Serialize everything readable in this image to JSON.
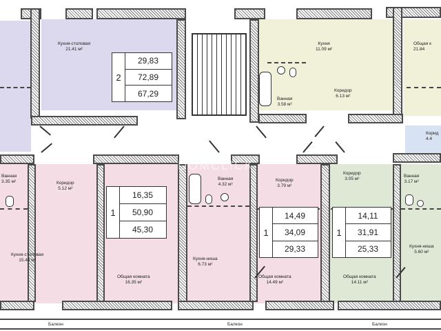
{
  "colors": {
    "lavender": "#dcd8ee",
    "yellow": "#f1f0d8",
    "pink": "#f4dde4",
    "green": "#dfe8d5",
    "blue": "#d7e2f2",
    "corridor": "#ffffff",
    "wall": "#4a4a4a"
  },
  "rooms": {
    "kitchen_dining_top": {
      "name": "Кухня-столовая",
      "area": "21.41 м²"
    },
    "kitchen_top_right": {
      "name": "Кухня",
      "area": "11.09 м²"
    },
    "bath_top_right": {
      "name": "Ванная",
      "area": "3.58 м²"
    },
    "corridor_top_right": {
      "name": "Коридор",
      "area": "6.13 м²"
    },
    "common_room_top_far_right": {
      "name": "Общая к",
      "area": "21.84"
    },
    "corridor_right_edge": {
      "name": "Корид",
      "area": "4.4"
    },
    "bath_left": {
      "name": "Ванная",
      "area": "3.35 м²"
    },
    "corridor_left": {
      "name": "Коридор",
      "area": "5.12 м²"
    },
    "kitchen_dining_left": {
      "name": "Кухня-столовая",
      "area": "15.48 м²"
    },
    "common_room_left": {
      "name": "Общая комната",
      "area": "16.35 м²"
    },
    "bath_mid": {
      "name": "Ванная",
      "area": "4.32 м²"
    },
    "corridor_mid": {
      "name": "Коридор",
      "area": "3.79 м²"
    },
    "kitchen_niche_mid": {
      "name": "Кухня-ниша",
      "area": "6.73 м²"
    },
    "common_room_mid": {
      "name": "Общая комната",
      "area": "14.49 м²"
    },
    "corridor_right": {
      "name": "Коридор",
      "area": "3.05 м²"
    },
    "bath_right": {
      "name": "Ванная",
      "area": "3.17 м²"
    },
    "kitchen_niche_right": {
      "name": "Кухня-ниша",
      "area": "5.60 м²"
    },
    "common_room_right": {
      "name": "Общая комната",
      "area": "14.11 м²"
    },
    "balcony_1": {
      "name": "Балкон"
    },
    "balcony_2": {
      "name": "Балкон"
    },
    "balcony_3": {
      "name": "Балкон"
    }
  },
  "apartments": [
    {
      "id": "top",
      "rooms": "2",
      "values": [
        "29,83",
        "72,89",
        "67,29"
      ]
    },
    {
      "id": "left",
      "rooms": "1",
      "values": [
        "16,35",
        "50,90",
        "45,30"
      ]
    },
    {
      "id": "mid",
      "rooms": "1",
      "values": [
        "14,49",
        "34,09",
        "29,33"
      ]
    },
    {
      "id": "right",
      "rooms": "1",
      "values": [
        "14,11",
        "31,91",
        "25,33"
      ]
    }
  ],
  "watermark": "DOMCLICK"
}
